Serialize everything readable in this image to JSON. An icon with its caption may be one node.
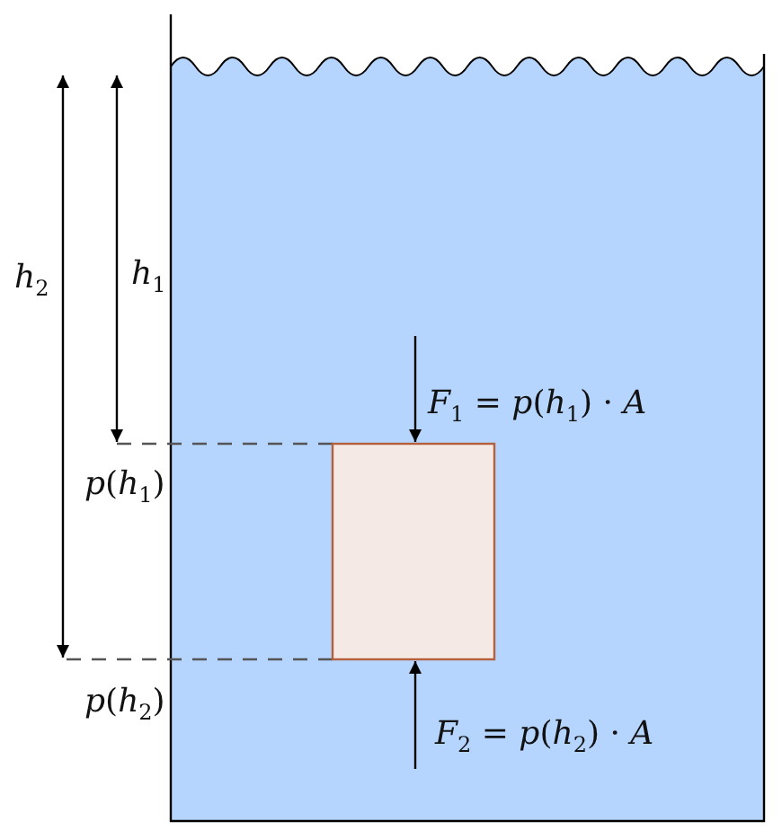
{
  "diagram": {
    "nodes": [
      {
        "text": [],
        "shape": "box"
      }
    ],
    "labels": [
      "*h*$_{2}$",
      "*h*$_{1}$",
      "*F*$_{1}$ = *p*(*h*$_{1}$) · *A*",
      "*p*(*h*$_{1}$)",
      "*p*(*h*$_{2}$)",
      "*F*$_{2}$ = *p*(*h*$_{2}$) · *A*"
    ]
  }
}
